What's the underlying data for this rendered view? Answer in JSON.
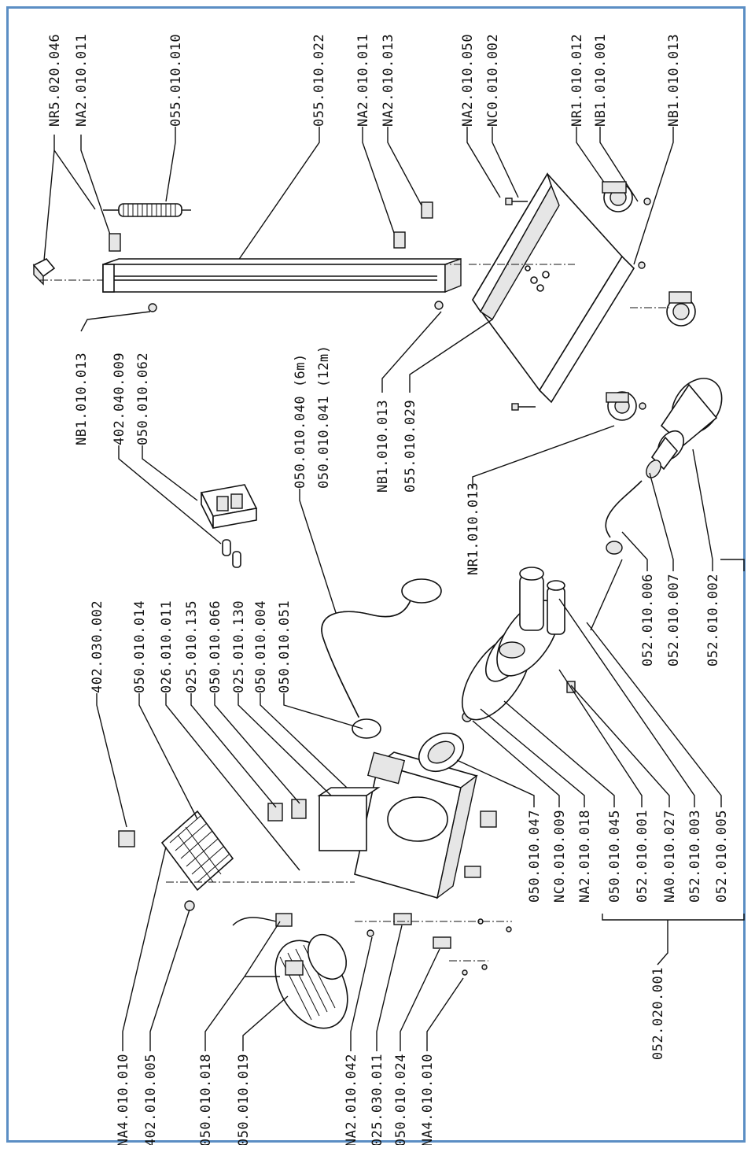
{
  "labels": {
    "top": [
      "NR5.020.046",
      "NA2.010.011",
      "055.010.010",
      "055.010.022",
      "NA2.010.011",
      "NA2.010.013",
      "NA2.010.050",
      "NC0.010.002",
      "NR1.010.012",
      "NB1.010.001",
      "NB1.010.013"
    ],
    "middle_left": [
      "NB1.010.013",
      "402.040.009",
      "050.010.062"
    ],
    "hose": [
      "050.010.040 (6m)",
      "050.010.041 (12m)"
    ],
    "middle_right": [
      "NB1.010.013",
      "055.010.029"
    ],
    "caster": "NR1.010.013",
    "funnel": [
      "052.010.006",
      "052.010.007",
      "052.010.002"
    ],
    "fan_parts": [
      "402.030.002",
      "050.010.014",
      "026.010.011",
      "025.010.135",
      "050.010.066",
      "025.010.130",
      "050.010.004",
      "050.010.051"
    ],
    "impeller_parts": [
      "050.010.047",
      "NC0.010.009",
      "NA2.010.018"
    ],
    "group_parts": [
      "050.010.045",
      "052.010.001",
      "NA0.010.027",
      "052.010.003",
      "052.010.005"
    ],
    "group_total": "052.020.001",
    "bottom": [
      "NA4.010.010",
      "402.010.005",
      "050.010.018",
      "050.010.019",
      "NA2.010.042",
      "025.030.011",
      "050.010.024",
      "NA4.010.010"
    ]
  }
}
